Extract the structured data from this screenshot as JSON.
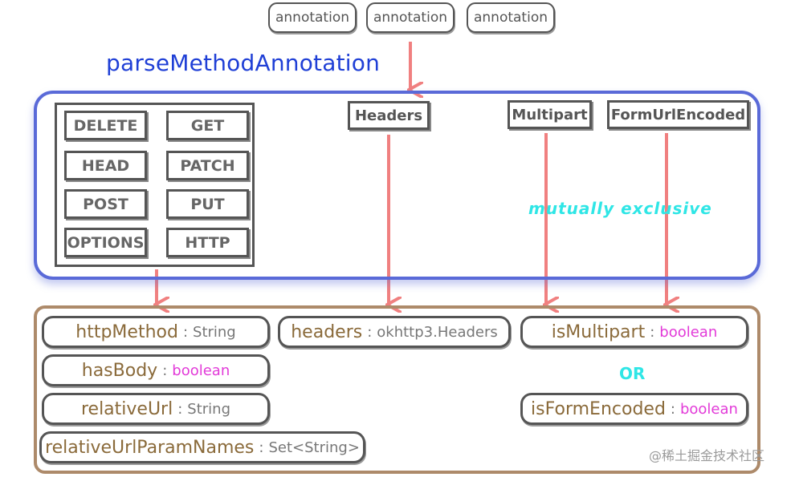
{
  "top_annotations": [
    "annotation",
    "annotation",
    "annotation"
  ],
  "title": "parseMethodAnnotation",
  "methods": [
    "DELETE",
    "GET",
    "HEAD",
    "PATCH",
    "POST",
    "PUT",
    "OPTIONS",
    "HTTP"
  ],
  "header_boxes": {
    "headers": "Headers",
    "multipart": "Multipart",
    "form": "FormUrlEncoded"
  },
  "mutually_exclusive": "mutually exclusive",
  "fields": {
    "httpMethod": {
      "name": "httpMethod",
      "sep": ":",
      "type": "String"
    },
    "hasBody": {
      "name": "hasBody",
      "sep": ":",
      "type": "boolean"
    },
    "relativeUrl": {
      "name": "relativeUrl",
      "sep": ":",
      "type": "String"
    },
    "relativeUrlParamNames": {
      "name": "relativeUrlParamNames",
      "sep": ":",
      "type": "Set<String>"
    },
    "headers": {
      "name": "headers",
      "sep": ":",
      "type": "okhttp3.Headers"
    },
    "isMultipart": {
      "name": "isMultipart",
      "sep": ":",
      "type": "boolean"
    },
    "isFormEncoded": {
      "name": "isFormEncoded",
      "sep": ":",
      "type": "boolean"
    }
  },
  "or_label": "OR",
  "watermark": "@稀土掘金技术社区",
  "colors": {
    "title_blue": "#1f3fd6",
    "frame_blue": "#5a6ad8",
    "frame_brown": "#ad8a6a",
    "arrow_red": "#f08080",
    "field_name": "#8a6a3a",
    "bool_magenta": "#e23ad8",
    "note_cyan": "#2fe6e6"
  }
}
